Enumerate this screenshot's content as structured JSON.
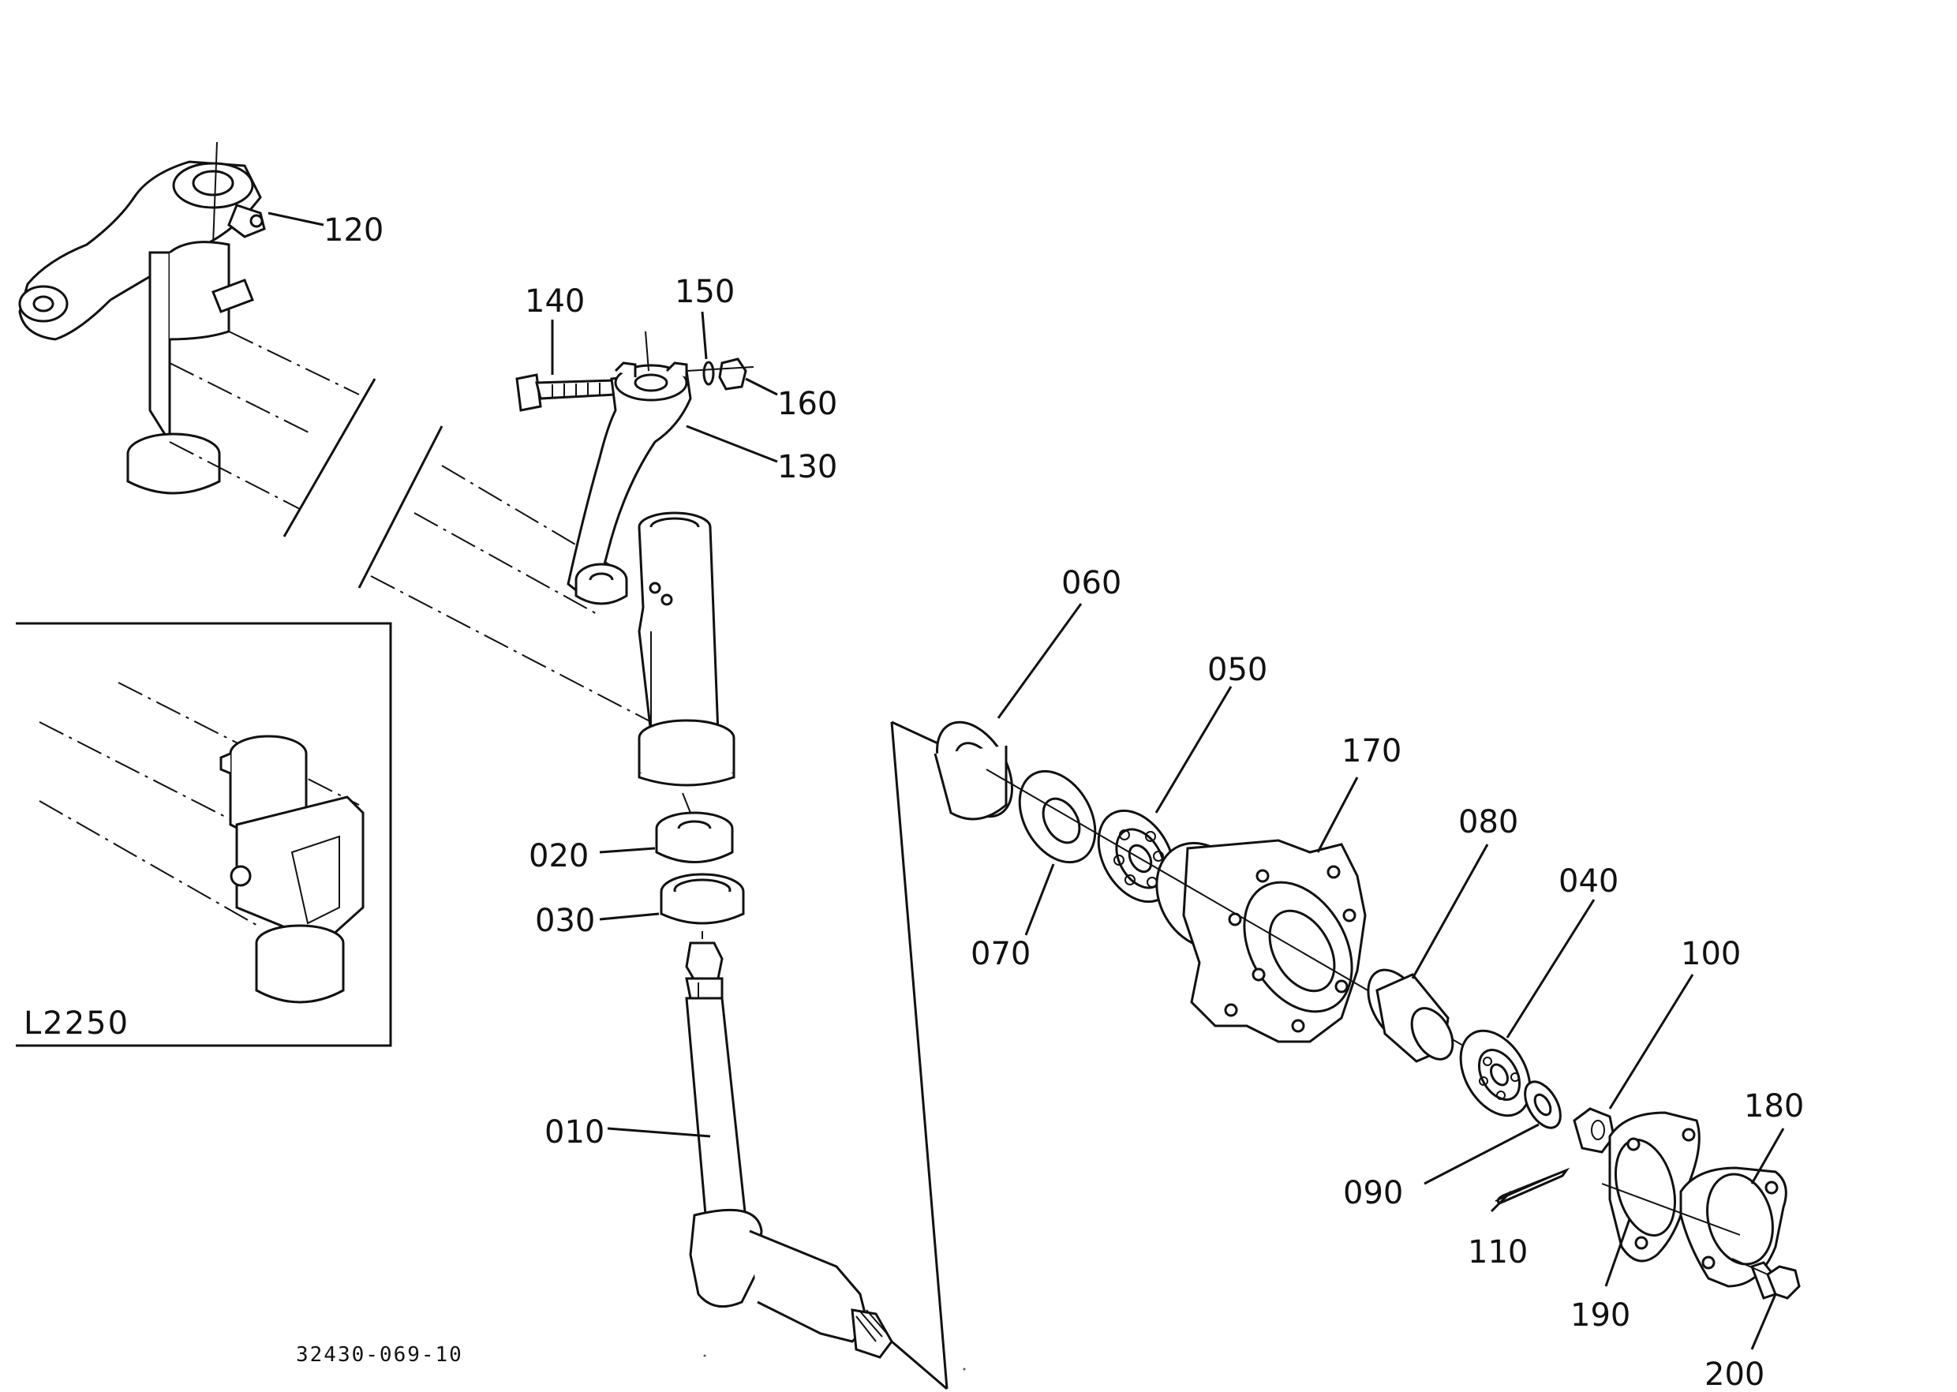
{
  "diagram": {
    "drawing_number": "32430-069-10",
    "inset_label": "L2250",
    "callouts": [
      {
        "id": "120",
        "label": "120"
      },
      {
        "id": "140",
        "label": "140"
      },
      {
        "id": "150",
        "label": "150"
      },
      {
        "id": "160",
        "label": "160"
      },
      {
        "id": "130",
        "label": "130"
      },
      {
        "id": "060",
        "label": "060"
      },
      {
        "id": "050",
        "label": "050"
      },
      {
        "id": "170",
        "label": "170"
      },
      {
        "id": "080",
        "label": "080"
      },
      {
        "id": "040",
        "label": "040"
      },
      {
        "id": "100",
        "label": "100"
      },
      {
        "id": "180",
        "label": "180"
      },
      {
        "id": "020",
        "label": "020"
      },
      {
        "id": "030",
        "label": "030"
      },
      {
        "id": "070",
        "label": "070"
      },
      {
        "id": "010",
        "label": "010"
      },
      {
        "id": "090",
        "label": "090"
      },
      {
        "id": "110",
        "label": "110"
      },
      {
        "id": "190",
        "label": "190"
      },
      {
        "id": "200",
        "label": "200"
      }
    ]
  }
}
